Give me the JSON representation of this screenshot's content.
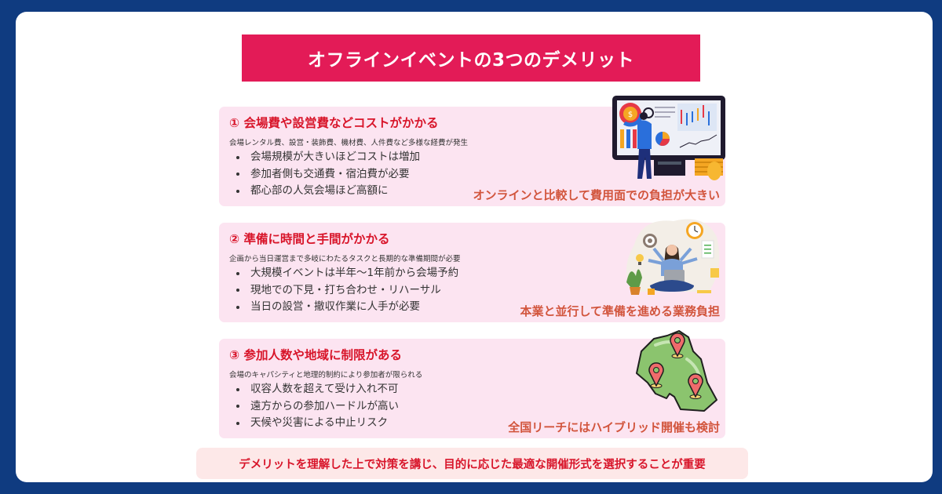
{
  "title": "オフラインイベントの3つのデメリット",
  "colors": {
    "background": "#0f3b80",
    "title_bar": "#e31b57",
    "card_bg": "#fce4f1",
    "heading": "#d8152a",
    "callout": "#d2553d",
    "footer_bg": "#fde8e8"
  },
  "cards": [
    {
      "number": "①",
      "heading": "① 会場費や設営費などコストがかかる",
      "description": "会場レンタル費、設営・装飾費、機材費、人件費など多様な経費が発生",
      "bullets": [
        "会場規模が大きいほどコストは増加",
        "参加者側も交通費・宿泊費が必要",
        "都心部の人気会場ほど高額に"
      ],
      "callout": "オンラインと比較して費用面での負担が大きい",
      "illustration": "analyst-monitor-coins-illustration"
    },
    {
      "number": "②",
      "heading": "② 準備に時間と手間がかかる",
      "description": "企画から当日運営まで多岐にわたるタスクと長期的な準備期間が必要",
      "bullets": [
        "大規模イベントは半年〜1年前から会場予約",
        "現地での下見・打ち合わせ・リハーサル",
        "当日の設営・撤収作業に人手が必要"
      ],
      "callout": "本業と並行して準備を進める業務負担",
      "illustration": "multitasking-woman-illustration"
    },
    {
      "number": "③",
      "heading": "③ 参加人数や地域に制限がある",
      "description": "会場のキャパシティと地理的制約により参加者が限られる",
      "bullets": [
        "収容人数を超えて受け入れ不可",
        "遠方からの参加ハードルが高い",
        "天候や災害による中止リスク"
      ],
      "callout": "全国リーチにはハイブリッド開催も検討",
      "illustration": "map-pins-illustration"
    }
  ],
  "footer": "デメリットを理解した上で対策を講じ、目的に応じた最適な開催形式を選択することが重要"
}
